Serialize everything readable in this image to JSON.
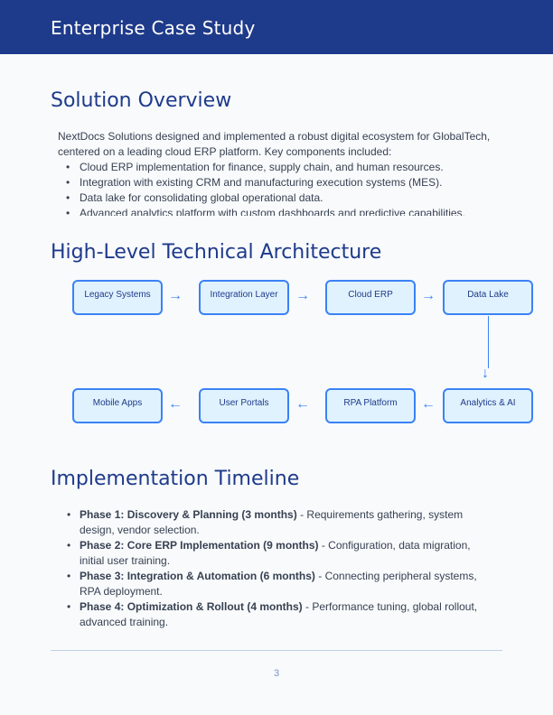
{
  "header": {
    "title": "Enterprise Case Study"
  },
  "overview": {
    "heading": "Solution Overview",
    "intro": "NextDocs Solutions designed and implemented a robust digital ecosystem for GlobalTech, centered on a leading cloud ERP platform. Key components included:",
    "items": [
      "Cloud ERP implementation for finance, supply chain, and human resources.",
      "Integration with existing CRM and manufacturing execution systems (MES).",
      "Data lake for consolidating global operational data.",
      "Advanced analytics platform with custom dashboards and predictive capabilities."
    ]
  },
  "architecture": {
    "heading": "High-Level Technical Architecture",
    "nodes": [
      "Legacy Systems",
      "Integration Layer",
      "Cloud ERP",
      "Data Lake",
      "Analytics & AI",
      "RPA Platform",
      "User Portals",
      "Mobile Apps"
    ],
    "accent": "#3b82f6"
  },
  "timeline": {
    "heading": "Implementation Timeline",
    "phases": [
      {
        "title": "Phase 1: Discovery & Planning (3 months)",
        "desc": " - Requirements gathering, system design, vendor selection."
      },
      {
        "title": "Phase 2: Core ERP Implementation (9 months)",
        "desc": " - Configuration, data migration, initial user training."
      },
      {
        "title": "Phase 3: Integration & Automation (6 months)",
        "desc": " - Connecting peripheral systems, RPA deployment."
      },
      {
        "title": "Phase 4: Optimization & Rollout (4 months)",
        "desc": " - Performance tuning, global rollout, advanced training."
      }
    ]
  },
  "footer": {
    "page": "3"
  },
  "colors": {
    "header": "#1e3a8a",
    "heading": "#1e3a8a",
    "node_fill": "#e0f2fe",
    "node_border": "#3b82f6"
  }
}
